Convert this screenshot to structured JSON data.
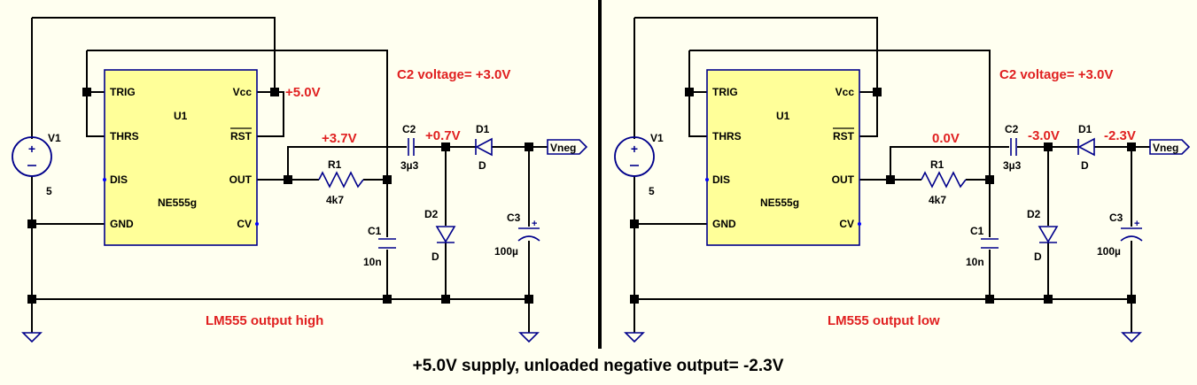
{
  "panels": [
    {
      "v1": {
        "name": "V1",
        "value": "5"
      },
      "u1": {
        "name": "U1",
        "part": "NE555g",
        "pins": {
          "trig": "TRIG",
          "thrs": "THRS",
          "dis": "DIS",
          "gnd": "GND",
          "vcc": "Vcc",
          "rst": "RST",
          "out": "OUT",
          "cv": "CV"
        }
      },
      "r1": {
        "name": "R1",
        "value": "4k7"
      },
      "c1": {
        "name": "C1",
        "value": "10n"
      },
      "c2": {
        "name": "C2",
        "value": "3µ3"
      },
      "c3": {
        "name": "C3",
        "value": "100µ"
      },
      "d1": {
        "name": "D1",
        "value": "D"
      },
      "d2": {
        "name": "D2",
        "value": "D"
      },
      "port": "Vneg",
      "vcc_voltage": "+5.0V",
      "c2_voltage": "C2 voltage= +3.0V",
      "node_out": "+3.7V",
      "node_c2": "+0.7V",
      "node_vneg": "",
      "state": "LM555 output high"
    },
    {
      "v1": {
        "name": "V1",
        "value": "5"
      },
      "u1": {
        "name": "U1",
        "part": "NE555g",
        "pins": {
          "trig": "TRIG",
          "thrs": "THRS",
          "dis": "DIS",
          "gnd": "GND",
          "vcc": "Vcc",
          "rst": "RST",
          "out": "OUT",
          "cv": "CV"
        }
      },
      "r1": {
        "name": "R1",
        "value": "4k7"
      },
      "c1": {
        "name": "C1",
        "value": "10n"
      },
      "c2": {
        "name": "C2",
        "value": "3µ3"
      },
      "c3": {
        "name": "C3",
        "value": "100µ"
      },
      "d1": {
        "name": "D1",
        "value": "D"
      },
      "d2": {
        "name": "D2",
        "value": "D"
      },
      "port": "Vneg",
      "vcc_voltage": "",
      "c2_voltage": "C2 voltage= +3.0V",
      "node_out": "0.0V",
      "node_c2": "-3.0V",
      "node_vneg": "-2.3V",
      "state": "LM555 output low"
    }
  ],
  "caption": "+5.0V supply, unloaded negative output= -2.3V"
}
